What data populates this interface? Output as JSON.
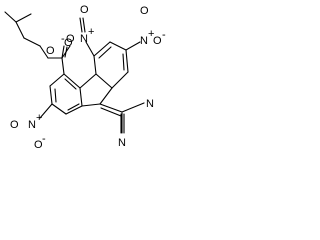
{
  "molecule": {
    "atoms": {
      "ester_carbonyl_O": "O",
      "ester_O": "O",
      "nitro_top_N": "N",
      "nitro_top_O_minus": "O",
      "nitro_top_O": "O",
      "nitro_right_N": "N",
      "nitro_right_O_minus": "O",
      "nitro_right_O": "O",
      "nitro_bottom_N": "N",
      "nitro_bottom_O_minus": "O",
      "nitro_bottom_O": "O",
      "nitrile_top_N": "N",
      "nitrile_bottom_N": "N"
    },
    "charges": {
      "nitro_top_N_plus": "+",
      "nitro_top_O_minus": "-",
      "nitro_right_N_plus": "+",
      "nitro_right_O_minus": "-",
      "nitro_bottom_N_plus": "+",
      "nitro_bottom_O_minus": "-"
    }
  }
}
